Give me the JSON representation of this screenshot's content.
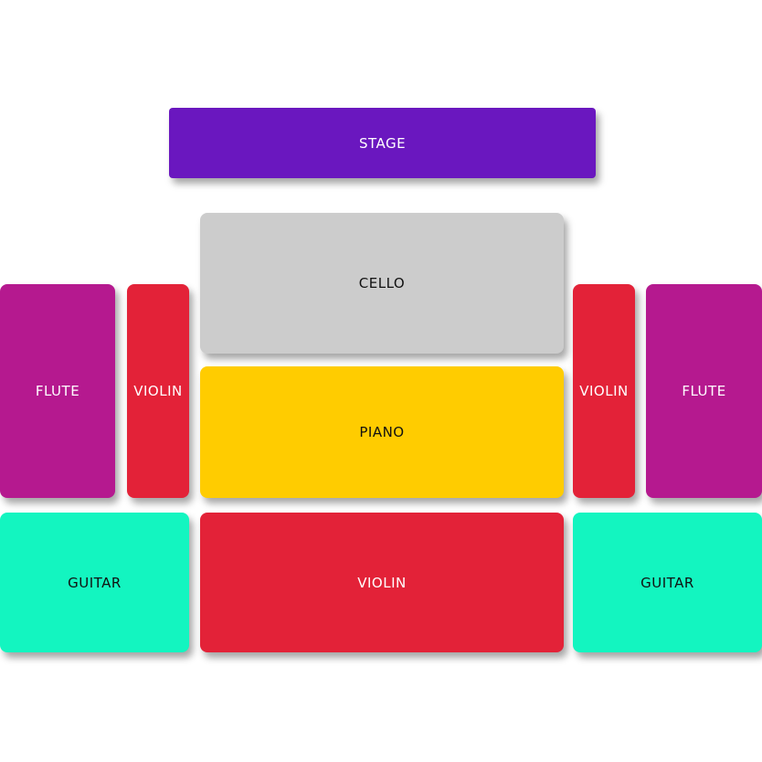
{
  "colors": {
    "stage": "#6a17bf",
    "cello": "#cccccc",
    "flute": "#b5198f",
    "violin": "#e32238",
    "piano": "#ffcc00",
    "guitar": "#13f5c0",
    "light_text": "#ffffff",
    "dark_text": "#111111"
  },
  "sections": {
    "stage": "STAGE",
    "cello": "CELLO",
    "flute_left": "FLUTE",
    "violin_left": "VIOLIN",
    "piano": "PIANO",
    "violin_right": "VIOLIN",
    "flute_right": "FLUTE",
    "guitar_left": "GUITAR",
    "violin_center": "VIOLIN",
    "guitar_right": "GUITAR"
  }
}
